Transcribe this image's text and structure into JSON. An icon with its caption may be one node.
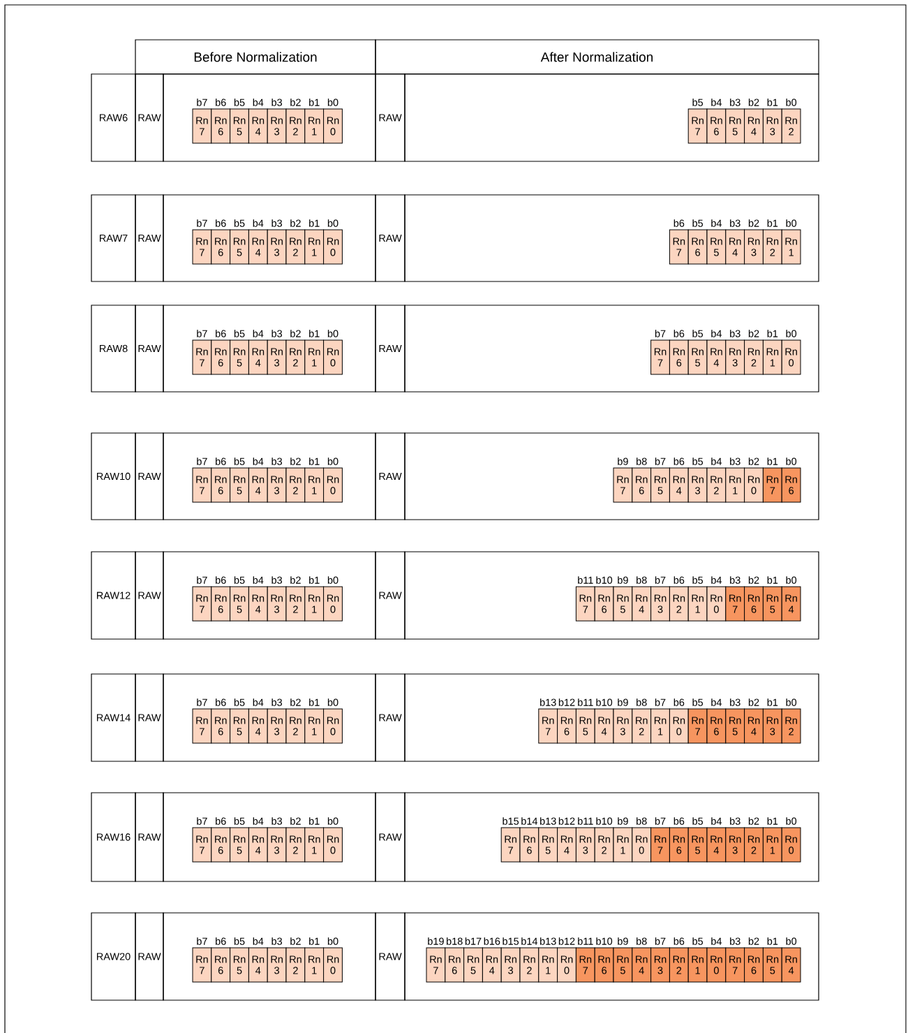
{
  "diagram": {
    "nodes": [
      {
        "text": [
          "Before Normalization"
        ]
      },
      {
        "text": [
          "After Normalization"
        ]
      },
      {
        "text": [
          "RAW6"
        ]
      },
      {
        "text": [
          "RAW"
        ]
      },
      {
        "text": [],
        "shape": "box"
      },
      {
        "text": [
          "Rn 7"
        ],
        "in": 4,
        "beside": [
          "b7"
        ]
      },
      {
        "text": [
          "Rn 6"
        ],
        "in": 4,
        "beside": [
          "b6"
        ]
      },
      {
        "text": [
          "Rn 5"
        ],
        "in": 4,
        "beside": [
          "b5"
        ]
      },
      {
        "text": [
          "Rn 4"
        ],
        "in": 4,
        "beside": [
          "b4"
        ]
      },
      {
        "text": [
          "Rn 3"
        ],
        "in": 4,
        "beside": [
          "b3"
        ]
      },
      {
        "text": [
          "Rn 2"
        ],
        "in": 4,
        "beside": [
          "b2"
        ]
      },
      {
        "text": [
          "Rn 1"
        ],
        "in": 4,
        "beside": [
          "b1"
        ]
      },
      {
        "text": [
          "Rn 0"
        ],
        "in": 4,
        "beside": [
          "b0"
        ]
      },
      {
        "text": [
          "RAW"
        ]
      },
      {
        "text": [],
        "shape": "box"
      },
      {
        "text": [
          "Rn 7"
        ],
        "in": 14,
        "beside": [
          "b5"
        ]
      },
      {
        "text": [
          "Rn 6"
        ],
        "in": 14,
        "beside": [
          "b4"
        ]
      },
      {
        "text": [
          "Rn 5"
        ],
        "in": 14,
        "beside": [
          "b3"
        ]
      },
      {
        "text": [
          "Rn 4"
        ],
        "in": 14,
        "beside": [
          "b2"
        ]
      },
      {
        "text": [
          "Rn 3"
        ],
        "in": 14,
        "beside": [
          "b1"
        ]
      },
      {
        "text": [
          "Rn 2"
        ],
        "in": 14,
        "beside": [
          "b0"
        ]
      },
      {
        "text": [
          "RAW7"
        ]
      },
      {
        "text": [
          "RAW"
        ]
      },
      {
        "text": [],
        "shape": "box"
      },
      {
        "text": [
          "Rn 7"
        ],
        "in": 23,
        "beside": [
          "b7"
        ]
      },
      {
        "text": [
          "Rn 6"
        ],
        "in": 23,
        "beside": [
          "b6"
        ]
      },
      {
        "text": [
          "Rn 5"
        ],
        "in": 23,
        "beside": [
          "b5"
        ]
      },
      {
        "text": [
          "Rn 4"
        ],
        "in": 23,
        "beside": [
          "b4"
        ]
      },
      {
        "text": [
          "Rn 3"
        ],
        "in": 23,
        "beside": [
          "b3"
        ]
      },
      {
        "text": [
          "Rn 2"
        ],
        "in": 23,
        "beside": [
          "b2"
        ]
      },
      {
        "text": [
          "Rn 1"
        ],
        "in": 23,
        "beside": [
          "b1"
        ]
      },
      {
        "text": [
          "Rn 0"
        ],
        "in": 23,
        "beside": [
          "b0"
        ]
      },
      {
        "text": [
          "RAW"
        ]
      },
      {
        "text": [],
        "shape": "box"
      },
      {
        "text": [
          "Rn 7"
        ],
        "in": 33,
        "beside": [
          "b6"
        ]
      },
      {
        "text": [
          "Rn 6"
        ],
        "in": 33,
        "beside": [
          "b5"
        ]
      },
      {
        "text": [
          "Rn 5"
        ],
        "in": 33,
        "beside": [
          "b4"
        ]
      },
      {
        "text": [
          "Rn 4"
        ],
        "in": 33,
        "beside": [
          "b3"
        ]
      },
      {
        "text": [
          "Rn 3"
        ],
        "in": 33,
        "beside": [
          "b2"
        ]
      },
      {
        "text": [
          "Rn 2"
        ],
        "in": 33,
        "beside": [
          "b1"
        ]
      },
      {
        "text": [
          "Rn 1"
        ],
        "in": 33,
        "beside": [
          "b0"
        ]
      },
      {
        "text": [
          "RAW8"
        ]
      },
      {
        "text": [
          "RAW"
        ]
      },
      {
        "text": [],
        "shape": "box"
      },
      {
        "text": [
          "Rn 7"
        ],
        "in": 43,
        "beside": [
          "b7"
        ]
      },
      {
        "text": [
          "Rn 6"
        ],
        "in": 43,
        "beside": [
          "b6"
        ]
      },
      {
        "text": [
          "Rn 5"
        ],
        "in": 43,
        "beside": [
          "b5"
        ]
      },
      {
        "text": [
          "Rn 4"
        ],
        "in": 43,
        "beside": [
          "b4"
        ]
      },
      {
        "text": [
          "Rn 3"
        ],
        "in": 43,
        "beside": [
          "b3"
        ]
      },
      {
        "text": [
          "Rn 2"
        ],
        "in": 43,
        "beside": [
          "b2"
        ]
      },
      {
        "text": [
          "Rn 1"
        ],
        "in": 43,
        "beside": [
          "b1"
        ]
      },
      {
        "text": [
          "Rn 0"
        ],
        "in": 43,
        "beside": [
          "b0"
        ]
      },
      {
        "text": [
          "RAW"
        ]
      },
      {
        "text": [],
        "shape": "box"
      },
      {
        "text": [
          "Rn 7"
        ],
        "in": 53,
        "beside": [
          "b7"
        ]
      },
      {
        "text": [
          "Rn 6"
        ],
        "in": 53,
        "beside": [
          "b6"
        ]
      },
      {
        "text": [
          "Rn 5"
        ],
        "in": 53,
        "beside": [
          "b5"
        ]
      },
      {
        "text": [
          "Rn 4"
        ],
        "in": 53,
        "beside": [
          "b4"
        ]
      },
      {
        "text": [
          "Rn 3"
        ],
        "in": 53,
        "beside": [
          "b3"
        ]
      },
      {
        "text": [
          "Rn 2"
        ],
        "in": 53,
        "beside": [
          "b2"
        ]
      },
      {
        "text": [
          "Rn 1"
        ],
        "in": 53,
        "beside": [
          "b1"
        ]
      },
      {
        "text": [
          "Rn 0"
        ],
        "in": 53,
        "beside": [
          "b0"
        ]
      },
      {
        "text": [
          "RAW10"
        ]
      },
      {
        "text": [
          "RAW"
        ]
      },
      {
        "text": [],
        "shape": "box"
      },
      {
        "text": [
          "Rn 7"
        ],
        "in": 64,
        "beside": [
          "b7"
        ]
      },
      {
        "text": [
          "Rn 6"
        ],
        "in": 64,
        "beside": [
          "b6"
        ]
      },
      {
        "text": [
          "Rn 5"
        ],
        "in": 64,
        "beside": [
          "b5"
        ]
      },
      {
        "text": [
          "Rn 4"
        ],
        "in": 64,
        "beside": [
          "b4"
        ]
      },
      {
        "text": [
          "Rn 3"
        ],
        "in": 64,
        "beside": [
          "b3"
        ]
      },
      {
        "text": [
          "Rn 2"
        ],
        "in": 64,
        "beside": [
          "b2"
        ]
      },
      {
        "text": [
          "Rn 1"
        ],
        "in": 64,
        "beside": [
          "b1"
        ]
      },
      {
        "text": [
          "Rn 0"
        ],
        "in": 64,
        "beside": [
          "b0"
        ]
      },
      {
        "text": [
          "RAW"
        ]
      },
      {
        "text": [],
        "shape": "box"
      },
      {
        "text": [
          "Rn 7"
        ],
        "in": 74,
        "beside": [
          "b9"
        ]
      },
      {
        "text": [
          "Rn 6"
        ],
        "in": 74,
        "beside": [
          "b8"
        ]
      },
      {
        "text": [
          "Rn 5"
        ],
        "in": 74,
        "beside": [
          "b7"
        ]
      },
      {
        "text": [
          "Rn 4"
        ],
        "in": 74,
        "beside": [
          "b6"
        ]
      },
      {
        "text": [
          "Rn 3"
        ],
        "in": 74,
        "beside": [
          "b5"
        ]
      },
      {
        "text": [
          "Rn 2"
        ],
        "in": 74,
        "beside": [
          "b4"
        ]
      },
      {
        "text": [
          "Rn 1"
        ],
        "in": 74,
        "beside": [
          "b3"
        ]
      },
      {
        "text": [
          "Rn 0"
        ],
        "in": 74,
        "beside": [
          "b2"
        ]
      },
      {
        "text": [
          "Rn 7"
        ],
        "in": 74,
        "beside": [
          "b1"
        ]
      },
      {
        "text": [
          "Rn 6"
        ],
        "in": 74,
        "beside": [
          "b0"
        ]
      },
      {
        "text": [
          "RAW12"
        ]
      },
      {
        "text": [
          "RAW"
        ]
      },
      {
        "text": [],
        "shape": "box"
      },
      {
        "text": [
          "Rn 7"
        ],
        "in": 87,
        "beside": [
          "b7"
        ]
      },
      {
        "text": [
          "Rn 6"
        ],
        "in": 87,
        "beside": [
          "b6"
        ]
      },
      {
        "text": [
          "Rn 5"
        ],
        "in": 87,
        "beside": [
          "b5"
        ]
      },
      {
        "text": [
          "Rn 4"
        ],
        "in": 87,
        "beside": [
          "b4"
        ]
      },
      {
        "text": [
          "Rn 3"
        ],
        "in": 87,
        "beside": [
          "b3"
        ]
      },
      {
        "text": [
          "Rn 2"
        ],
        "in": 87,
        "beside": [
          "b2"
        ]
      },
      {
        "text": [
          "Rn 1"
        ],
        "in": 87,
        "beside": [
          "b1"
        ]
      },
      {
        "text": [
          "Rn 0"
        ],
        "in": 87,
        "beside": [
          "b0"
        ]
      },
      {
        "text": [
          "RAW"
        ]
      },
      {
        "text": [],
        "shape": "box"
      },
      {
        "text": [
          "Rn 7"
        ],
        "in": 97,
        "beside": [
          "b11"
        ]
      },
      {
        "text": [
          "Rn 6"
        ],
        "in": 97,
        "beside": [
          "b10"
        ]
      },
      {
        "text": [
          "Rn 5"
        ],
        "in": 97,
        "beside": [
          "b9"
        ]
      },
      {
        "text": [
          "Rn 4"
        ],
        "in": 97,
        "beside": [
          "b8"
        ]
      },
      {
        "text": [
          "Rn 3"
        ],
        "in": 97,
        "beside": [
          "b7"
        ]
      },
      {
        "text": [
          "Rn 2"
        ],
        "in": 97,
        "beside": [
          "b6"
        ]
      },
      {
        "text": [
          "Rn 1"
        ],
        "in": 97,
        "beside": [
          "b5"
        ]
      },
      {
        "text": [
          "Rn 0"
        ],
        "in": 97,
        "beside": [
          "b4"
        ]
      },
      {
        "text": [
          "Rn 7"
        ],
        "in": 97,
        "beside": [
          "b3"
        ]
      },
      {
        "text": [
          "Rn 6"
        ],
        "in": 97,
        "beside": [
          "b2"
        ]
      },
      {
        "text": [
          "Rn 5"
        ],
        "in": 97,
        "beside": [
          "b1"
        ]
      },
      {
        "text": [
          "Rn 4"
        ],
        "in": 97,
        "beside": [
          "b0"
        ]
      },
      {
        "text": [
          "RAW14"
        ]
      },
      {
        "text": [
          "RAW"
        ]
      },
      {
        "text": [],
        "shape": "box"
      },
      {
        "text": [
          "Rn 7"
        ],
        "in": 112,
        "beside": [
          "b7"
        ]
      },
      {
        "text": [
          "Rn 6"
        ],
        "in": 112,
        "beside": [
          "b6"
        ]
      },
      {
        "text": [
          "Rn 5"
        ],
        "in": 112,
        "beside": [
          "b5"
        ]
      },
      {
        "text": [
          "Rn 4"
        ],
        "in": 112,
        "beside": [
          "b4"
        ]
      },
      {
        "text": [
          "Rn 3"
        ],
        "in": 112,
        "beside": [
          "b3"
        ]
      },
      {
        "text": [
          "Rn 2"
        ],
        "in": 112,
        "beside": [
          "b2"
        ]
      },
      {
        "text": [
          "Rn 1"
        ],
        "in": 112,
        "beside": [
          "b1"
        ]
      },
      {
        "text": [
          "Rn 0"
        ],
        "in": 112,
        "beside": [
          "b0"
        ]
      },
      {
        "text": [
          "RAW"
        ]
      },
      {
        "text": [],
        "shape": "box"
      },
      {
        "text": [
          "Rn 7"
        ],
        "in": 122,
        "beside": [
          "b13"
        ]
      },
      {
        "text": [
          "Rn 6"
        ],
        "in": 122,
        "beside": [
          "b12"
        ]
      },
      {
        "text": [
          "Rn 5"
        ],
        "in": 122,
        "beside": [
          "b11"
        ]
      },
      {
        "text": [
          "Rn 4"
        ],
        "in": 122,
        "beside": [
          "b10"
        ]
      },
      {
        "text": [
          "Rn 3"
        ],
        "in": 122,
        "beside": [
          "b9"
        ]
      },
      {
        "text": [
          "Rn 2"
        ],
        "in": 122,
        "beside": [
          "b8"
        ]
      },
      {
        "text": [
          "Rn 1"
        ],
        "in": 122,
        "beside": [
          "b7"
        ]
      },
      {
        "text": [
          "Rn 0"
        ],
        "in": 122,
        "beside": [
          "b6"
        ]
      },
      {
        "text": [
          "Rn 7"
        ],
        "in": 122,
        "beside": [
          "b5"
        ]
      },
      {
        "text": [
          "Rn 6"
        ],
        "in": 122,
        "beside": [
          "b4"
        ]
      },
      {
        "text": [
          "Rn 5"
        ],
        "in": 122,
        "beside": [
          "b3"
        ]
      },
      {
        "text": [
          "Rn 4"
        ],
        "in": 122,
        "beside": [
          "b2"
        ]
      },
      {
        "text": [
          "Rn 3"
        ],
        "in": 122,
        "beside": [
          "b1"
        ]
      },
      {
        "text": [
          "Rn 2"
        ],
        "in": 122,
        "beside": [
          "b0"
        ]
      },
      {
        "text": [
          "RAW16"
        ]
      },
      {
        "text": [
          "RAW"
        ]
      },
      {
        "text": [],
        "shape": "box"
      },
      {
        "text": [
          "Rn 7"
        ],
        "in": 139,
        "beside": [
          "b7"
        ]
      },
      {
        "text": [
          "Rn 6"
        ],
        "in": 139,
        "beside": [
          "b6"
        ]
      },
      {
        "text": [
          "Rn 5"
        ],
        "in": 139,
        "beside": [
          "b5"
        ]
      },
      {
        "text": [
          "Rn 4"
        ],
        "in": 139,
        "beside": [
          "b4"
        ]
      },
      {
        "text": [
          "Rn 3"
        ],
        "in": 139,
        "beside": [
          "b3"
        ]
      },
      {
        "text": [
          "Rn 2"
        ],
        "in": 139,
        "beside": [
          "b2"
        ]
      },
      {
        "text": [
          "Rn 1"
        ],
        "in": 139,
        "beside": [
          "b1"
        ]
      },
      {
        "text": [
          "Rn 0"
        ],
        "in": 139,
        "beside": [
          "b0"
        ]
      },
      {
        "text": [
          "RAW"
        ]
      },
      {
        "text": [],
        "shape": "box"
      },
      {
        "text": [
          "Rn 7"
        ],
        "in": 149,
        "beside": [
          "b15"
        ]
      },
      {
        "text": [
          "Rn 6"
        ],
        "in": 149,
        "beside": [
          "b14"
        ]
      },
      {
        "text": [
          "Rn 5"
        ],
        "in": 149,
        "beside": [
          "b13"
        ]
      },
      {
        "text": [
          "Rn 4"
        ],
        "in": 149,
        "beside": [
          "b12"
        ]
      },
      {
        "text": [
          "Rn 3"
        ],
        "in": 149,
        "beside": [
          "b11"
        ]
      },
      {
        "text": [
          "Rn 2"
        ],
        "in": 149,
        "beside": [
          "b10"
        ]
      },
      {
        "text": [
          "Rn 1"
        ],
        "in": 149,
        "beside": [
          "b9"
        ]
      },
      {
        "text": [
          "Rn 0"
        ],
        "in": 149,
        "beside": [
          "b8"
        ]
      },
      {
        "text": [
          "Rn 7"
        ],
        "in": 149,
        "beside": [
          "b7"
        ]
      },
      {
        "text": [
          "Rn 6"
        ],
        "in": 149,
        "beside": [
          "b6"
        ]
      },
      {
        "text": [
          "Rn 5"
        ],
        "in": 149,
        "beside": [
          "b5"
        ]
      },
      {
        "text": [
          "Rn 4"
        ],
        "in": 149,
        "beside": [
          "b4"
        ]
      },
      {
        "text": [
          "Rn 3"
        ],
        "in": 149,
        "beside": [
          "b3"
        ]
      },
      {
        "text": [
          "Rn 2"
        ],
        "in": 149,
        "beside": [
          "b2"
        ]
      },
      {
        "text": [
          "Rn 1"
        ],
        "in": 149,
        "beside": [
          "b1"
        ]
      },
      {
        "text": [
          "Rn 0"
        ],
        "in": 149,
        "beside": [
          "b0"
        ]
      },
      {
        "text": [
          "RAW20"
        ]
      },
      {
        "text": [
          "RAW"
        ]
      },
      {
        "text": [],
        "shape": "box"
      },
      {
        "text": [
          "Rn 7"
        ],
        "in": 168,
        "beside": [
          "b7"
        ]
      },
      {
        "text": [
          "Rn 6"
        ],
        "in": 168,
        "beside": [
          "b6"
        ]
      },
      {
        "text": [
          "Rn 5"
        ],
        "in": 168,
        "beside": [
          "b5"
        ]
      },
      {
        "text": [
          "Rn 4"
        ],
        "in": 168,
        "beside": [
          "b4"
        ]
      },
      {
        "text": [
          "Rn 3"
        ],
        "in": 168,
        "beside": [
          "b3"
        ]
      },
      {
        "text": [
          "Rn 2"
        ],
        "in": 168,
        "beside": [
          "b2"
        ]
      },
      {
        "text": [
          "Rn 1"
        ],
        "in": 168,
        "beside": [
          "b1"
        ]
      },
      {
        "text": [
          "Rn 0"
        ],
        "in": 168,
        "beside": [
          "b0"
        ]
      },
      {
        "text": [
          "RAW"
        ]
      },
      {
        "text": [],
        "shape": "box"
      },
      {
        "text": [
          "Rn 7"
        ],
        "in": 178,
        "beside": [
          "b19"
        ]
      },
      {
        "text": [
          "Rn 6"
        ],
        "in": 178,
        "beside": [
          "b18"
        ]
      },
      {
        "text": [
          "Rn 5"
        ],
        "in": 178,
        "beside": [
          "b17"
        ]
      },
      {
        "text": [
          "Rn 4"
        ],
        "in": 178,
        "beside": [
          "b16"
        ]
      },
      {
        "text": [
          "Rn 3"
        ],
        "in": 178,
        "beside": [
          "b15"
        ]
      },
      {
        "text": [
          "Rn 2"
        ],
        "in": 178,
        "beside": [
          "b14"
        ]
      },
      {
        "text": [
          "Rn 1"
        ],
        "in": 178,
        "beside": [
          "b13"
        ]
      },
      {
        "text": [
          "Rn 0"
        ],
        "in": 178,
        "beside": [
          "b12"
        ]
      },
      {
        "text": [
          "Rn 7"
        ],
        "in": 178,
        "beside": [
          "b11"
        ]
      },
      {
        "text": [
          "Rn 6"
        ],
        "in": 178,
        "beside": [
          "b10"
        ]
      },
      {
        "text": [
          "Rn 5"
        ],
        "in": 178,
        "beside": [
          "b9"
        ]
      },
      {
        "text": [
          "Rn 4"
        ],
        "in": 178,
        "beside": [
          "b8"
        ]
      },
      {
        "text": [
          "Rn 3"
        ],
        "in": 178,
        "beside": [
          "b7"
        ]
      },
      {
        "text": [
          "Rn 2"
        ],
        "in": 178,
        "beside": [
          "b6"
        ]
      },
      {
        "text": [
          "Rn 1"
        ],
        "in": 178,
        "beside": [
          "b5"
        ]
      },
      {
        "text": [
          "Rn 0"
        ],
        "in": 178,
        "beside": [
          "b4"
        ]
      },
      {
        "text": [
          "Rn 7"
        ],
        "in": 178,
        "beside": [
          "b3"
        ]
      },
      {
        "text": [
          "Rn 6"
        ],
        "in": 178,
        "beside": [
          "b2"
        ]
      },
      {
        "text": [
          "Rn 5"
        ],
        "in": 178,
        "beside": [
          "b1"
        ]
      },
      {
        "text": [
          "Rn 4"
        ],
        "in": 178,
        "beside": [
          "b0"
        ]
      }
    ]
  }
}
